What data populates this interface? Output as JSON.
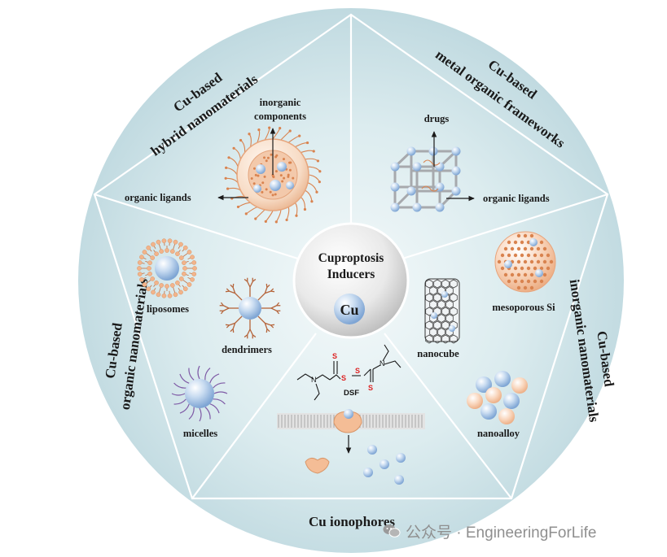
{
  "center": {
    "title_line1": "Cuproptosis",
    "title_line2": "Inducers",
    "core_label": "Cu"
  },
  "sections": {
    "hybrid": {
      "line1": "Cu-based",
      "line2": "hybrid nanomaterials"
    },
    "mof": {
      "line1": "Cu-based",
      "line2": "metal organic frameworks"
    },
    "inorganic": {
      "line1": "Cu-based",
      "line2": "inorganic nanomaterials"
    },
    "ionophores": {
      "title": "Cu ionophores"
    },
    "organic": {
      "line1": "Cu-based",
      "line2": "organic nanomaterials"
    }
  },
  "labels": {
    "inorganic_components_1": "inorganic",
    "inorganic_components_2": "components",
    "organic_ligands_left": "organic ligands",
    "drugs": "drugs",
    "organic_ligands_right": "organic ligands",
    "mesoporous": "mesoporous Si",
    "nanocube": "nanocube",
    "nanoalloy": "nanoalloy",
    "liposomes": "liposomes",
    "dendrimers": "dendrimers",
    "micelles": "micelles",
    "dsf": "DSF"
  },
  "molecule": {
    "s": "S",
    "n": "N"
  },
  "watermark": {
    "text": "公众号 · EngineeringForLife",
    "icon": "wechat-icon"
  },
  "colors": {
    "disc": "#cfe3e8",
    "disc_center": "#eef5f7",
    "particle": "#a9c4e4",
    "shell": "#f3c7a8",
    "dot": "#d9834f",
    "lipid_head": "#f2b48b",
    "membrane": "#c8c8c8",
    "sulfur": "#d22222"
  }
}
